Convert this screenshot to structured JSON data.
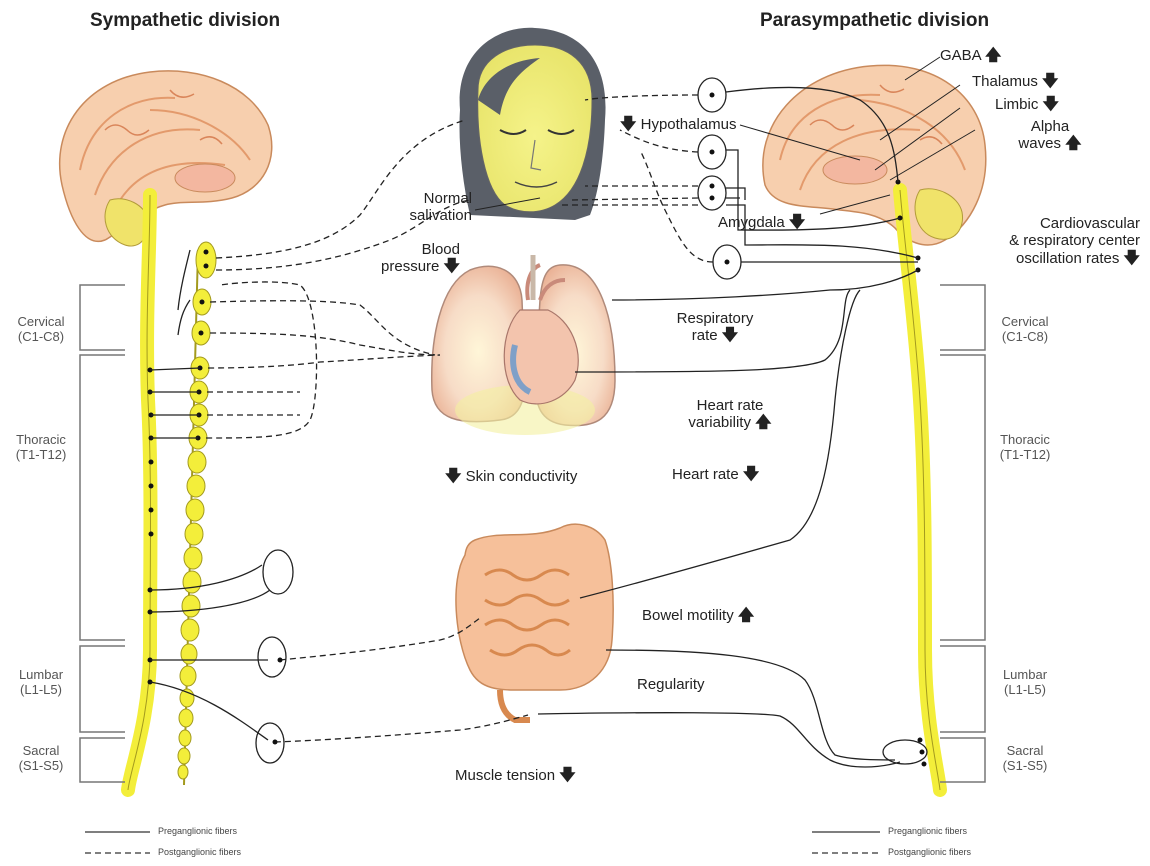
{
  "titles": {
    "left": "Sympathetic division",
    "right": "Parasympathetic division"
  },
  "segments_left": [
    {
      "name": "Cervical",
      "range": "(C1-C8)"
    },
    {
      "name": "Thoracic",
      "range": "(T1-T12)"
    },
    {
      "name": "Lumbar",
      "range": "(L1-L5)"
    },
    {
      "name": "Sacral",
      "range": "(S1-S5)"
    }
  ],
  "segments_right": [
    {
      "name": "Cervical",
      "range": "(C1-C8)"
    },
    {
      "name": "Thoracic",
      "range": "(T1-T12)"
    },
    {
      "name": "Lumbar",
      "range": "(L1-L5)"
    },
    {
      "name": "Sacral",
      "range": "(S1-S5)"
    }
  ],
  "labels": {
    "gaba": "GABA",
    "thalamus": "Thalamus",
    "limbic": "Limbic",
    "alpha_1": "Alpha",
    "alpha_2": "waves",
    "hypothalamus": "Hypothalamus",
    "normal_salivation_1": "Normal",
    "normal_salivation_2": "salivation",
    "amygdala": "Amygdala",
    "cardio_1": "Cardiovascular",
    "cardio_2": "& respiratory center",
    "cardio_3": "oscillation rates",
    "blood_pressure_1": "Blood",
    "blood_pressure_2": "pressure",
    "respiratory_1": "Respiratory",
    "respiratory_2": "rate",
    "hrv_1": "Heart rate",
    "hrv_2": "variability",
    "heart_rate": "Heart rate",
    "skin_conductivity": "Skin conductivity",
    "bowel_motility": "Bowel motility",
    "regularity": "Regularity",
    "muscle_tension": "Muscle tension"
  },
  "arrows": {
    "up": "🡅",
    "down": "🡇"
  },
  "legend": {
    "preganglionic": "Preganglionic fibers",
    "postganglionic": "Postganglionic fibers"
  },
  "colors": {
    "nerve_yellow": "#f3ee3a",
    "brain_pink": "#f6c9a8",
    "brain_orange": "#f0a26b",
    "face_yellow": "#f2f07a",
    "hair": "#555a63",
    "lung_pink": "#f4c7b0",
    "intestine": "#f5b98c",
    "line": "#222222"
  }
}
